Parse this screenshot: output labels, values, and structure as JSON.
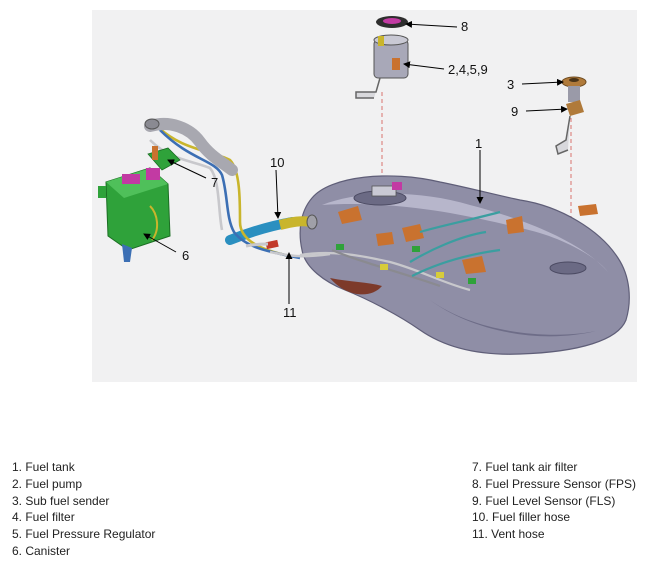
{
  "callouts": {
    "c8": "8",
    "c2459": "2,4,5,9",
    "c3": "3",
    "c9": "9",
    "c1": "1",
    "c10": "10",
    "c7": "7",
    "c6": "6",
    "c11": "11"
  },
  "legend": {
    "left": [
      "1. Fuel tank",
      "2. Fuel pump",
      "3. Sub fuel sender",
      "4. Fuel filter",
      "5. Fuel Pressure Regulator",
      "6. Canister"
    ],
    "right": [
      "7. Fuel tank air filter",
      "8. Fuel Pressure Sensor (FPS)",
      "9. Fuel Level Sensor (FLS)",
      "10. Fuel filler hose",
      "11. Vent hose"
    ]
  },
  "colors": {
    "background_panel": "#f1f1f2",
    "tank": "#8f8ea6",
    "pad": "#c9722f",
    "canister": "#2fa23a",
    "canister_top": "#c23aa3",
    "filler_hose": "#2a8fc0",
    "vent_line": "#c9b52c"
  }
}
